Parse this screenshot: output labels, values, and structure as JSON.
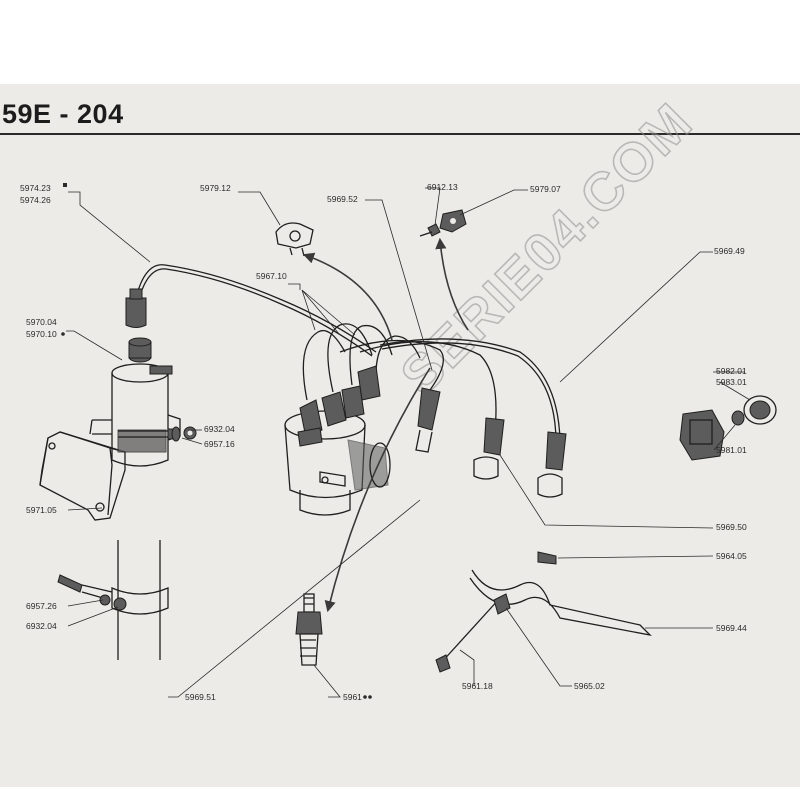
{
  "page_ref": "59E - 204",
  "watermark": "SERIE04.COM",
  "labels": {
    "l_597423": "5974.23",
    "l_597426": "5974.26",
    "l_597912": "5979.12",
    "l_596952": "5969.52",
    "l_691213": "6912.13",
    "l_597907": "5979.07",
    "l_596949": "5969.49",
    "l_596710": "5967.10",
    "l_597004": "5970.04",
    "l_597010": "5970.10",
    "l_693204a": "6932.04",
    "l_695716": "6957.16",
    "l_598201": "5982.01",
    "l_598301": "5983.01",
    "l_598101": "5981.01",
    "l_597105": "5971.05",
    "l_596950": "5969.50",
    "l_596405": "5964.05",
    "l_695726": "6957.26",
    "l_693204b": "6932.04",
    "l_596944": "5969.44",
    "l_596951": "5969.51",
    "l_5961": "5961",
    "l_596118": "5961.18",
    "l_596502": "5965.02"
  }
}
